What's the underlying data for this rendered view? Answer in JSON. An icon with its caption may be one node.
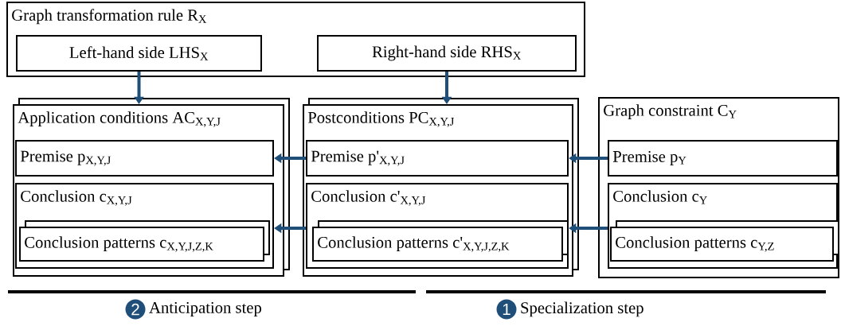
{
  "diagram": {
    "nodes": [
      {
        "text": [
          "Graph transformation rule R$_{X}$"
        ]
      },
      {
        "text": [
          "Left-hand side LHS$_{X}$"
        ],
        "in": 0
      },
      {
        "text": [
          "Right-hand side RHS$_{X}$"
        ],
        "in": 0
      },
      {
        "text": [
          "Application conditions AC$_{X,Y,J}$"
        ]
      },
      {
        "text": [
          "Premise p$_{X,Y,J}$"
        ],
        "in": 3
      },
      {
        "text": [
          "Conclusion c$_{X,Y,J}$"
        ],
        "in": 3
      },
      {
        "text": [
          "Conclusion patterns c$_{X,Y,J,Z,K}$"
        ],
        "in": 5
      },
      {
        "text": [
          "Postconditions PC$_{X,Y,J}$"
        ]
      },
      {
        "text": [
          "Premise p'$_{X,Y,J}$"
        ],
        "in": 7
      },
      {
        "text": [
          "Conclusion c'$_{X,Y,J}$"
        ],
        "in": 7
      },
      {
        "text": [
          "Conclusion patterns c'$_{X,Y,J,Z,K}$"
        ],
        "in": 9
      },
      {
        "text": [
          "Graph constraint C$_{Y}$"
        ]
      },
      {
        "text": [
          "Premise p$_{Y}$"
        ],
        "in": 11
      },
      {
        "text": [
          "Conclusion c$_{Y}$"
        ],
        "in": 11
      },
      {
        "text": [
          "Conclusion patterns c$_{Y,Z}$"
        ],
        "in": 13
      },
      {
        "text": [
          "2"
        ],
        "beside": [
          "Anticipation step"
        ]
      },
      {
        "text": [
          "1"
        ],
        "beside": [
          "Specialization step"
        ]
      }
    ],
    "edges": [
      {
        "from": 1,
        "to": 3,
        "arrow": "to"
      },
      {
        "from": 2,
        "to": 7,
        "arrow": "to"
      },
      {
        "from": 8,
        "to": 4,
        "arrow": "to"
      },
      {
        "from": 9,
        "to": 5,
        "arrow": "to"
      },
      {
        "from": 12,
        "to": 8,
        "arrow": "to"
      },
      {
        "from": 13,
        "to": 9,
        "arrow": "to"
      }
    ]
  }
}
